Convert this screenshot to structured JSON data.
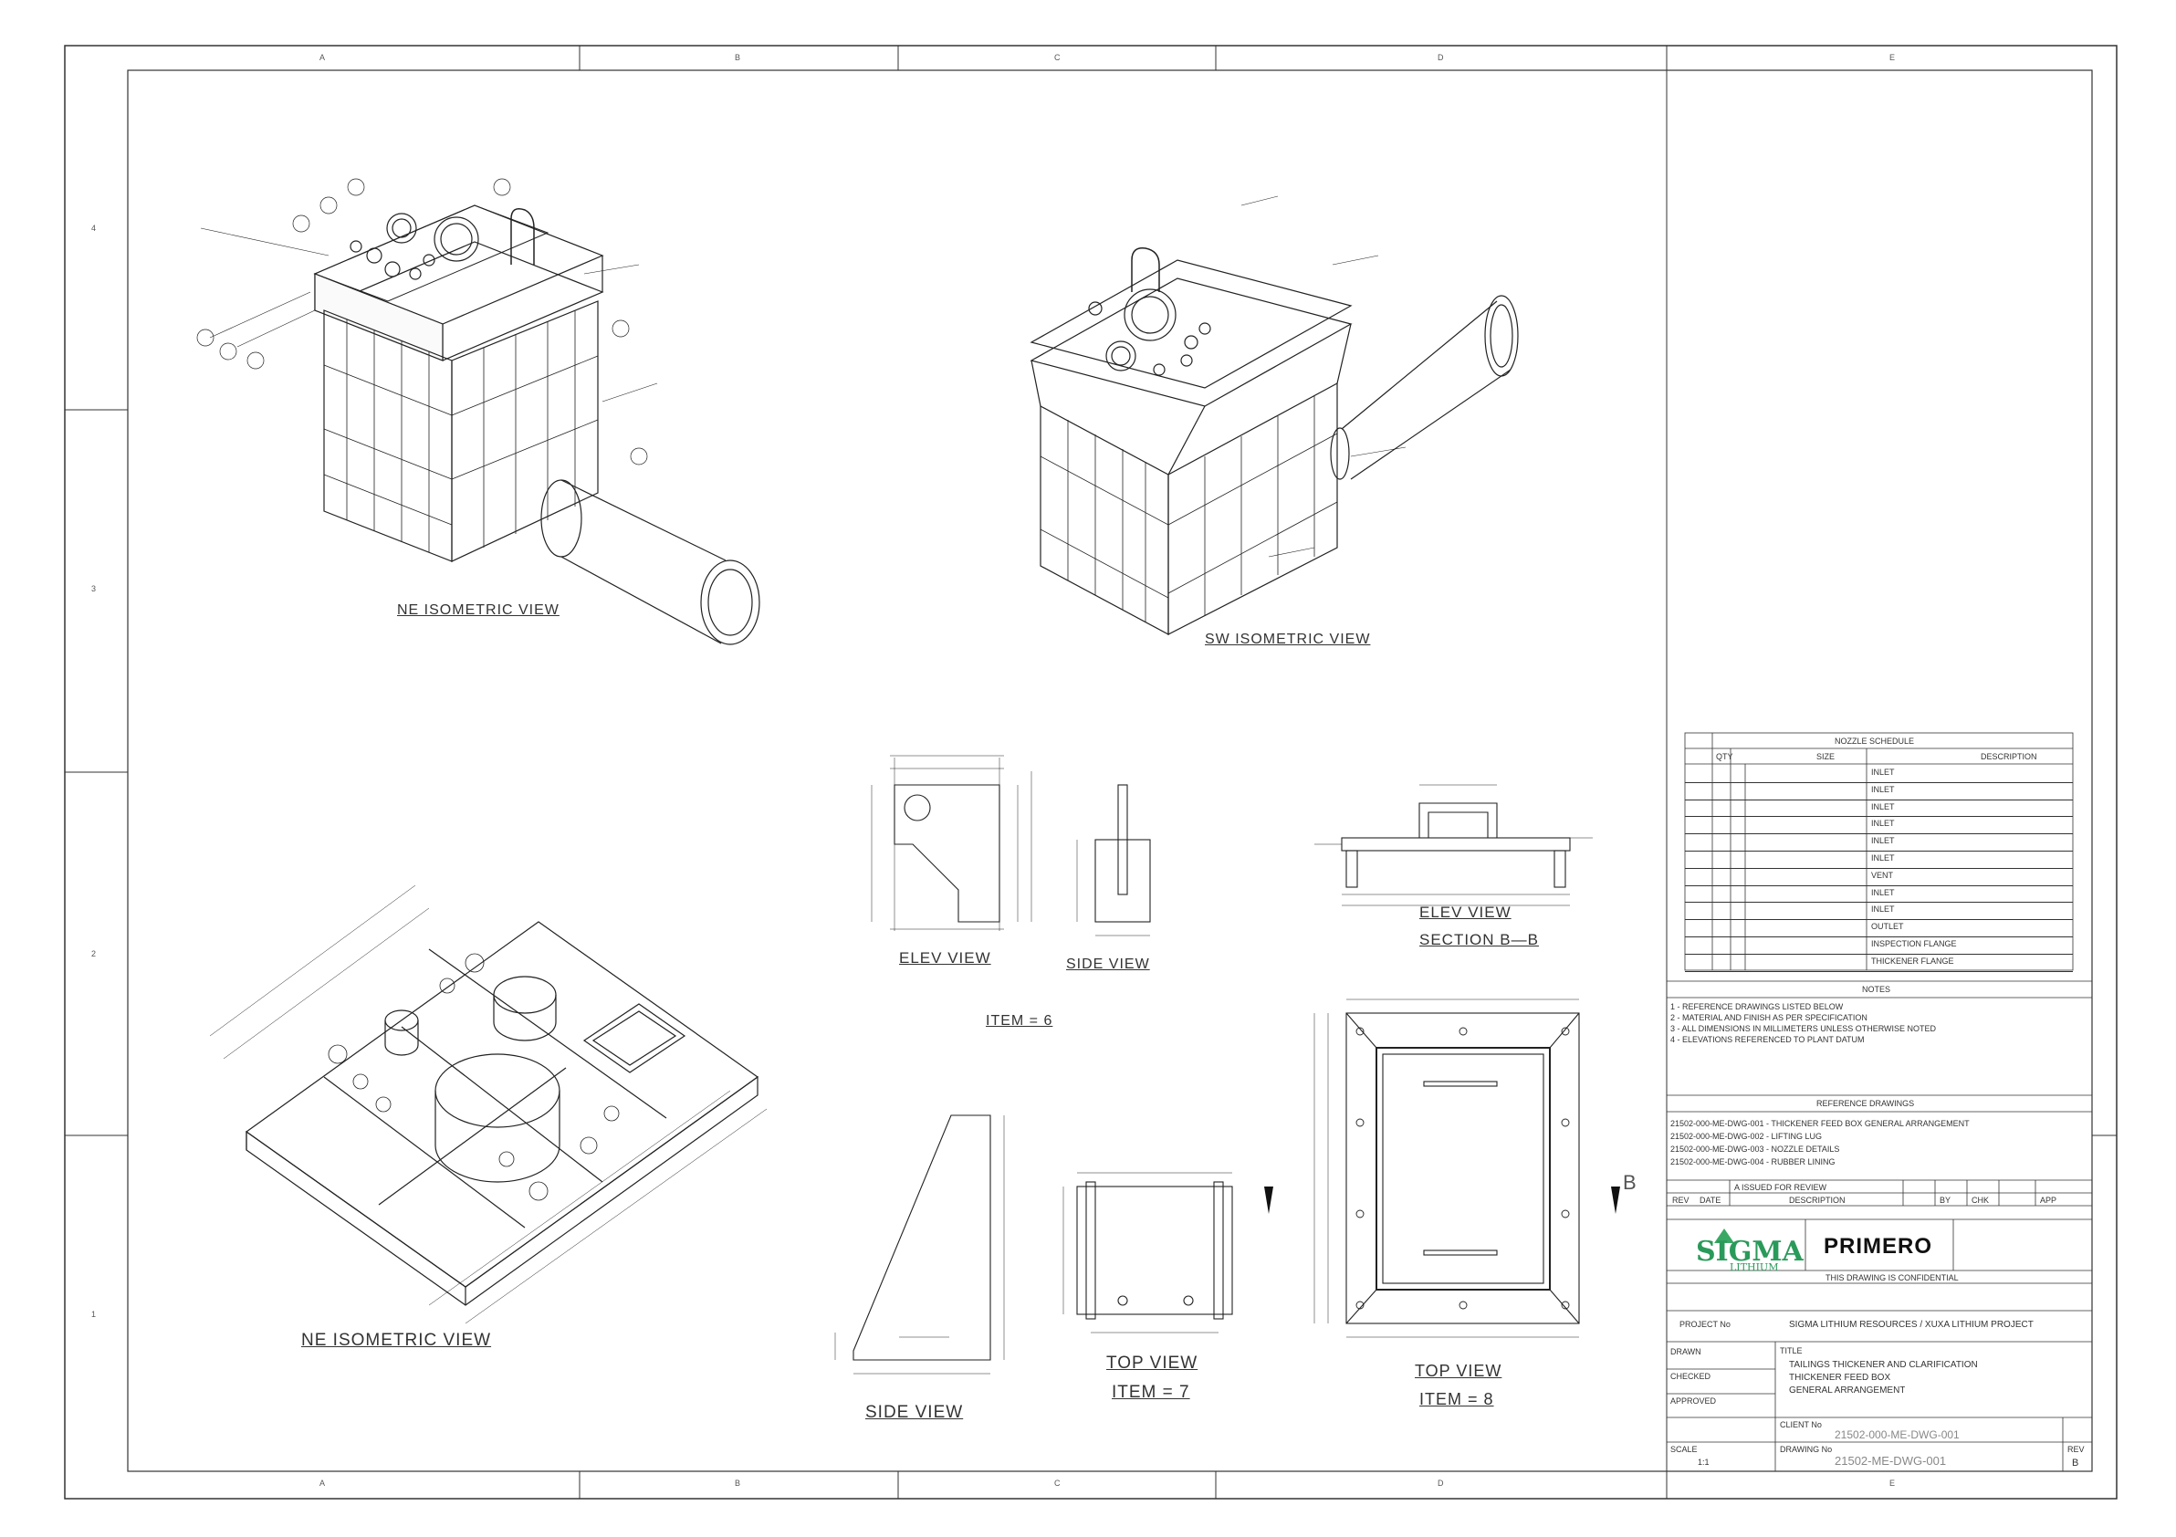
{
  "frame": {
    "col_letters_top": [
      "A",
      "B",
      "C",
      "D",
      "E"
    ],
    "col_letters_bottom": [
      "A",
      "B",
      "C",
      "D",
      "E"
    ],
    "row_numbers": [
      "4",
      "3",
      "2",
      "1"
    ]
  },
  "views": {
    "ne_isometric_upper": "NE ISOMETRIC VIEW",
    "sw_isometric": "SW ISOMETRIC VIEW",
    "ne_isometric_lower": "NE ISOMETRIC VIEW",
    "elev_view_1": "ELEV VIEW",
    "side_view_1": "SIDE VIEW",
    "item_6": "ITEM = 6",
    "elev_view_2": "ELEV VIEW",
    "section_bb": "SECTION B—B",
    "side_view_2": "SIDE VIEW",
    "top_view_1": "TOP VIEW",
    "item_7": "ITEM = 7",
    "top_view_2": "TOP VIEW",
    "item_8": "ITEM = 8",
    "section_marker": "B"
  },
  "nozzle_table": {
    "title": "NOZZLE SCHEDULE",
    "headers": [
      "",
      "QTY",
      "SIZE",
      "DESCRIPTION"
    ],
    "rows": [
      {
        "desc": "INLET"
      },
      {
        "desc": "INLET"
      },
      {
        "desc": "INLET"
      },
      {
        "desc": "INLET"
      },
      {
        "desc": "INLET"
      },
      {
        "desc": "INLET"
      },
      {
        "desc": "VENT"
      },
      {
        "desc": "INLET"
      },
      {
        "desc": "INLET"
      },
      {
        "desc": "OUTLET"
      },
      {
        "desc": "INSPECTION FLANGE"
      },
      {
        "desc": "THICKENER FLANGE"
      }
    ]
  },
  "notes": {
    "title": "NOTES",
    "lines": [
      "1 - REFERENCE DRAWINGS LISTED BELOW",
      "2 - MATERIAL AND FINISH AS PER SPECIFICATION",
      "3 - ALL DIMENSIONS IN MILLIMETERS UNLESS OTHERWISE NOTED",
      "4 - ELEVATIONS REFERENCED TO PLANT DATUM"
    ]
  },
  "reference_drawings": {
    "title": "REFERENCE DRAWINGS",
    "lines": [
      "21502-000-ME-DWG-001 - THICKENER FEED BOX GENERAL ARRANGEMENT",
      "21502-000-ME-DWG-002 - LIFTING LUG",
      "21502-000-ME-DWG-003 - NOZZLE DETAILS",
      "21502-000-ME-DWG-004 - RUBBER LINING"
    ]
  },
  "revision": {
    "row1": "A  ISSUED FOR REVIEW",
    "headers": [
      "REV",
      "DATE",
      "DESCRIPTION",
      "BY",
      "CHK",
      "APP"
    ]
  },
  "logos": {
    "sigma": "SIGMA",
    "sigma_sub": "LITHIUM",
    "primero": "PRIMERO"
  },
  "title_block": {
    "confidential": "THIS DRAWING IS CONFIDENTIAL",
    "project_label": "PROJECT No",
    "project": "SIGMA LITHIUM RESOURCES / XUXA LITHIUM PROJECT",
    "title_label": "TITLE",
    "title_lines": [
      "TAILINGS THICKENER AND CLARIFICATION",
      "THICKENER FEED BOX",
      "GENERAL ARRANGEMENT"
    ],
    "drawing_no_label": "CLIENT No",
    "drawing_no_1": "21502-000-ME-DWG-001",
    "drawing_no_label_2": "DRAWING No",
    "drawing_no_2": "21502-ME-DWG-001",
    "scale_label": "SCALE",
    "scale": "1:1",
    "rev_label": "REV",
    "rev": "B",
    "drawn_label": "DRAWN",
    "checked_label": "CHECKED",
    "approved_label": "APPROVED"
  }
}
